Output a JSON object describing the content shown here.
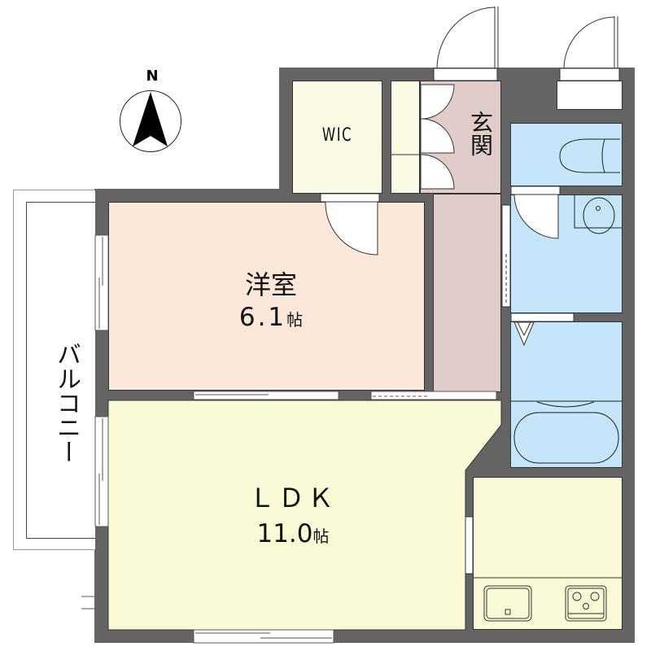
{
  "compass": {
    "label": "N"
  },
  "rooms": {
    "wic": {
      "label": "WIC"
    },
    "entrance": {
      "label": "玄関"
    },
    "western_room": {
      "label": "洋室",
      "size": "6.1",
      "unit": "帖"
    },
    "ldk": {
      "label": "ＬＤＫ",
      "size": "11.0",
      "unit": "帖"
    },
    "balcony": {
      "label": "バルコニー"
    }
  },
  "colors": {
    "wall": "#646464",
    "western_room": "#fbe8db",
    "ldk": "#fbfad6",
    "entrance": "#e0ccc8",
    "wic": "#fbfae5",
    "wet_area": "#c5e6fa"
  }
}
